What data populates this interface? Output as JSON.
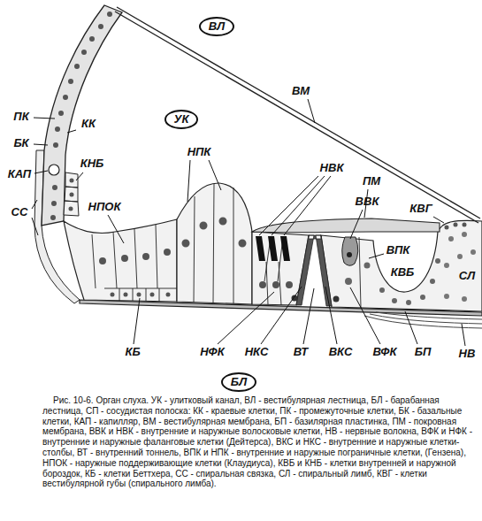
{
  "diagram": {
    "caption": "Рис. 10-6. Орган слуха. УК - улитковый канал, ВЛ - вестибулярная лестница, БЛ - барабанная лестница, СП - сосудистая полоска: КК - краевые клетки, ПК - промежуточные клетки, БК - базальные клетки, КАП - капилляр, ВМ - вестибулярная мембрана, БП - базилярная пластинка, ПМ - покровная мембрана, ВВК и НВК - внутренние и наружные волосковые клетки, НВ - нервные волокна, ВФК и НФК - внутренние и наружные фаланговые клетки (Дейтерса), ВКС и НКС - внутренние и наружные клетки-столбы, ВТ - внутренний тоннель, ВПК и НПК - внутренние и наружные пограничные клетки, (Гензена), НПОК - наружные поддерживающие клетки (Клаудиуса), КВБ и КНБ - клетки внутренней и наружной бороздок, КБ - клетки Беттхера, СС - спиральная связка, СЛ - спиральный лимб, КВГ - клетки вестибулярной губы (спирального лимба).",
    "nodes": [
      {
        "text": [
          "ВЛ"
        ]
      },
      {
        "text": [
          "УК"
        ]
      },
      {
        "text": [
          "БЛ"
        ]
      }
    ],
    "labels": [
      "ВМ",
      "ПК",
      "КК",
      "БК",
      "НПК",
      "КНБ",
      "НВК",
      "КАП",
      "ПМ",
      "ВВК",
      "КВГ",
      "НПОК",
      "СС",
      "ВПК",
      "КВБ",
      "СЛ",
      "КБ",
      "НФК",
      "НКС",
      "ВТ",
      "ВКС",
      "ВФК",
      "БП",
      "НВ"
    ]
  }
}
